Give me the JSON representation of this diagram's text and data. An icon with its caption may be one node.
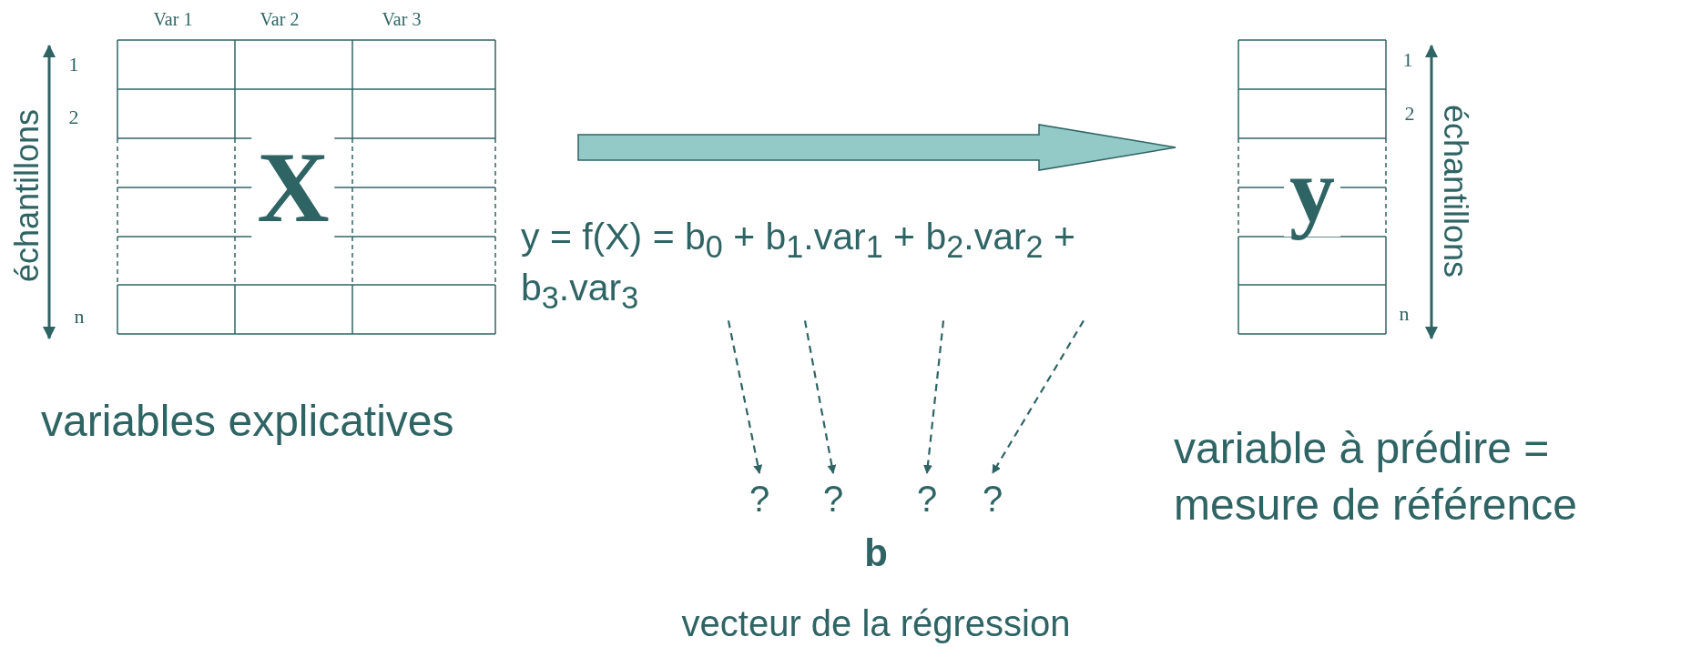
{
  "diagram": {
    "nodes": [
      {
        "text": [
          "X"
        ],
        "beside": [
          "Var 1",
          "Var 2",
          "Var 3",
          "1",
          "2",
          "n",
          "échantillons",
          "variables explicatives"
        ]
      },
      {
        "text": [
          "y"
        ],
        "beside": [
          "1",
          "2",
          "n",
          "échantillons",
          "variable à prédire = mesure de référence"
        ]
      },
      {
        "text": [
          "y = f(X) = b$_{0}$ + b$_{1}$.var$_{1}$ + b$_{2}$.var$_{2}$ + b$_{3}$.var$_{3}$"
        ]
      },
      {
        "text": [
          "?"
        ]
      },
      {
        "text": [
          "?"
        ]
      },
      {
        "text": [
          "?"
        ]
      },
      {
        "text": [
          "?"
        ]
      }
    ],
    "edges": [
      {
        "from": 0,
        "to": 1,
        "arrow": "to",
        "style": "thick",
        "color": "#93c9c6"
      },
      {
        "from": 2,
        "to": 3,
        "arrow": "to",
        "style": "dashed"
      },
      {
        "from": 2,
        "to": 4,
        "arrow": "to",
        "style": "dashed"
      },
      {
        "from": 2,
        "to": 5,
        "arrow": "to",
        "style": "dashed"
      },
      {
        "from": 2,
        "to": 6,
        "arrow": "to",
        "style": "dashed"
      }
    ],
    "labels": [
      "b",
      "vecteur de la régression"
    ]
  }
}
